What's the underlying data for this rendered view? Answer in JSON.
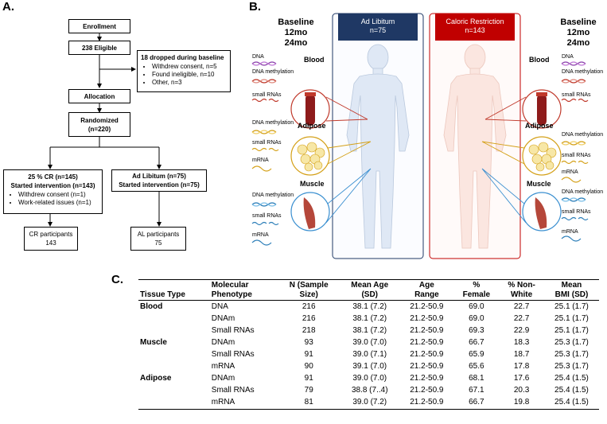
{
  "panels": {
    "a": "A.",
    "b": "B.",
    "c": "C."
  },
  "flowchart": {
    "enrollment": "Enrollment",
    "eligible": "238 Eligible",
    "dropped": {
      "title": "18 dropped during baseline",
      "items": [
        "Withdrew consent, n=5",
        "Found ineligible, n=10",
        "Other, n=3"
      ]
    },
    "allocation": "Allocation",
    "randomized": [
      "Randomized",
      "(n=220)"
    ],
    "cr": {
      "lines": [
        "25 % CR (n=145)",
        "Started intervention (n=143)"
      ],
      "items": [
        "Withdrew consent (n=1)",
        "Work-related issues (n=1)"
      ]
    },
    "al": {
      "lines": [
        "Ad Libitum (n=75)",
        "Started intervention (n=75)"
      ]
    },
    "cr_participants": [
      "CR participants",
      "143"
    ],
    "al_participants": [
      "AL participants",
      "75"
    ]
  },
  "panel_b": {
    "left_timepoints": [
      "Baseline",
      "12mo",
      "24mo"
    ],
    "right_timepoints": [
      "Baseline",
      "12mo",
      "24mo"
    ],
    "groups": [
      {
        "name": "Ad Libitum",
        "n": "n=75",
        "color": "#1f3864"
      },
      {
        "name": "Caloric Restriction",
        "n": "n=143",
        "color": "#c00000"
      }
    ],
    "tissues": {
      "blood": {
        "label": "Blood",
        "color": "#c0392b",
        "molecules": [
          "DNA",
          "DNA methylation",
          "small RNAs"
        ]
      },
      "adipose": {
        "label": "Adipose",
        "color": "#d4a017",
        "molecules": [
          "DNA methylation",
          "small RNAs",
          "mRNA"
        ]
      },
      "muscle": {
        "label": "Muscle",
        "color": "#3a8fd0",
        "molecules": [
          "DNA methylation",
          "small RNAs",
          "mRNA"
        ]
      }
    }
  },
  "table": {
    "headers": [
      [
        "Tissue Type"
      ],
      [
        "Molecular",
        "Phenotype"
      ],
      [
        "N (Sample",
        "Size)"
      ],
      [
        "Mean Age",
        "(SD)"
      ],
      [
        "Age",
        "Range"
      ],
      [
        "%",
        "Female"
      ],
      [
        "% Non-",
        "White"
      ],
      [
        "Mean",
        "BMI (SD)"
      ]
    ],
    "rows": [
      [
        "Blood",
        "DNA",
        "216",
        "38.1 (7.2)",
        "21.2-50.9",
        "69.0",
        "22.7",
        "25.1 (1.7)"
      ],
      [
        "",
        "DNAm",
        "216",
        "38.1 (7.2)",
        "21.2-50.9",
        "69.0",
        "22.7",
        "25.1 (1.7)"
      ],
      [
        "",
        "Small RNAs",
        "218",
        "38.1 (7.2)",
        "21.2-50.9",
        "69.3",
        "22.9",
        "25.1 (1.7)"
      ],
      [
        "Muscle",
        "DNAm",
        "93",
        "39.0 (7.0)",
        "21.2-50.9",
        "66.7",
        "18.3",
        "25.3 (1.7)"
      ],
      [
        "",
        "Small RNAs",
        "91",
        "39.0 (7.1)",
        "21.2-50.9",
        "65.9",
        "18.7",
        "25.3 (1.7)"
      ],
      [
        "",
        "mRNA",
        "90",
        "39.1 (7.0)",
        "21.2-50.9",
        "65.6",
        "17.8",
        "25.3 (1.7)"
      ],
      [
        "Adipose",
        "DNAm",
        "91",
        "39.0 (7.0)",
        "21.2-50.9",
        "68.1",
        "17.6",
        "25.4 (1.5)"
      ],
      [
        "",
        "Small RNAs",
        "79",
        "38.8 (7..4)",
        "21.2-50.9",
        "67.1",
        "20.3",
        "25.4 (1.5)"
      ],
      [
        "",
        "mRNA",
        "81",
        "39.0 (7.2)",
        "21.2-50.9",
        "66.7",
        "19.8",
        "25.4 (1.5)"
      ]
    ]
  }
}
